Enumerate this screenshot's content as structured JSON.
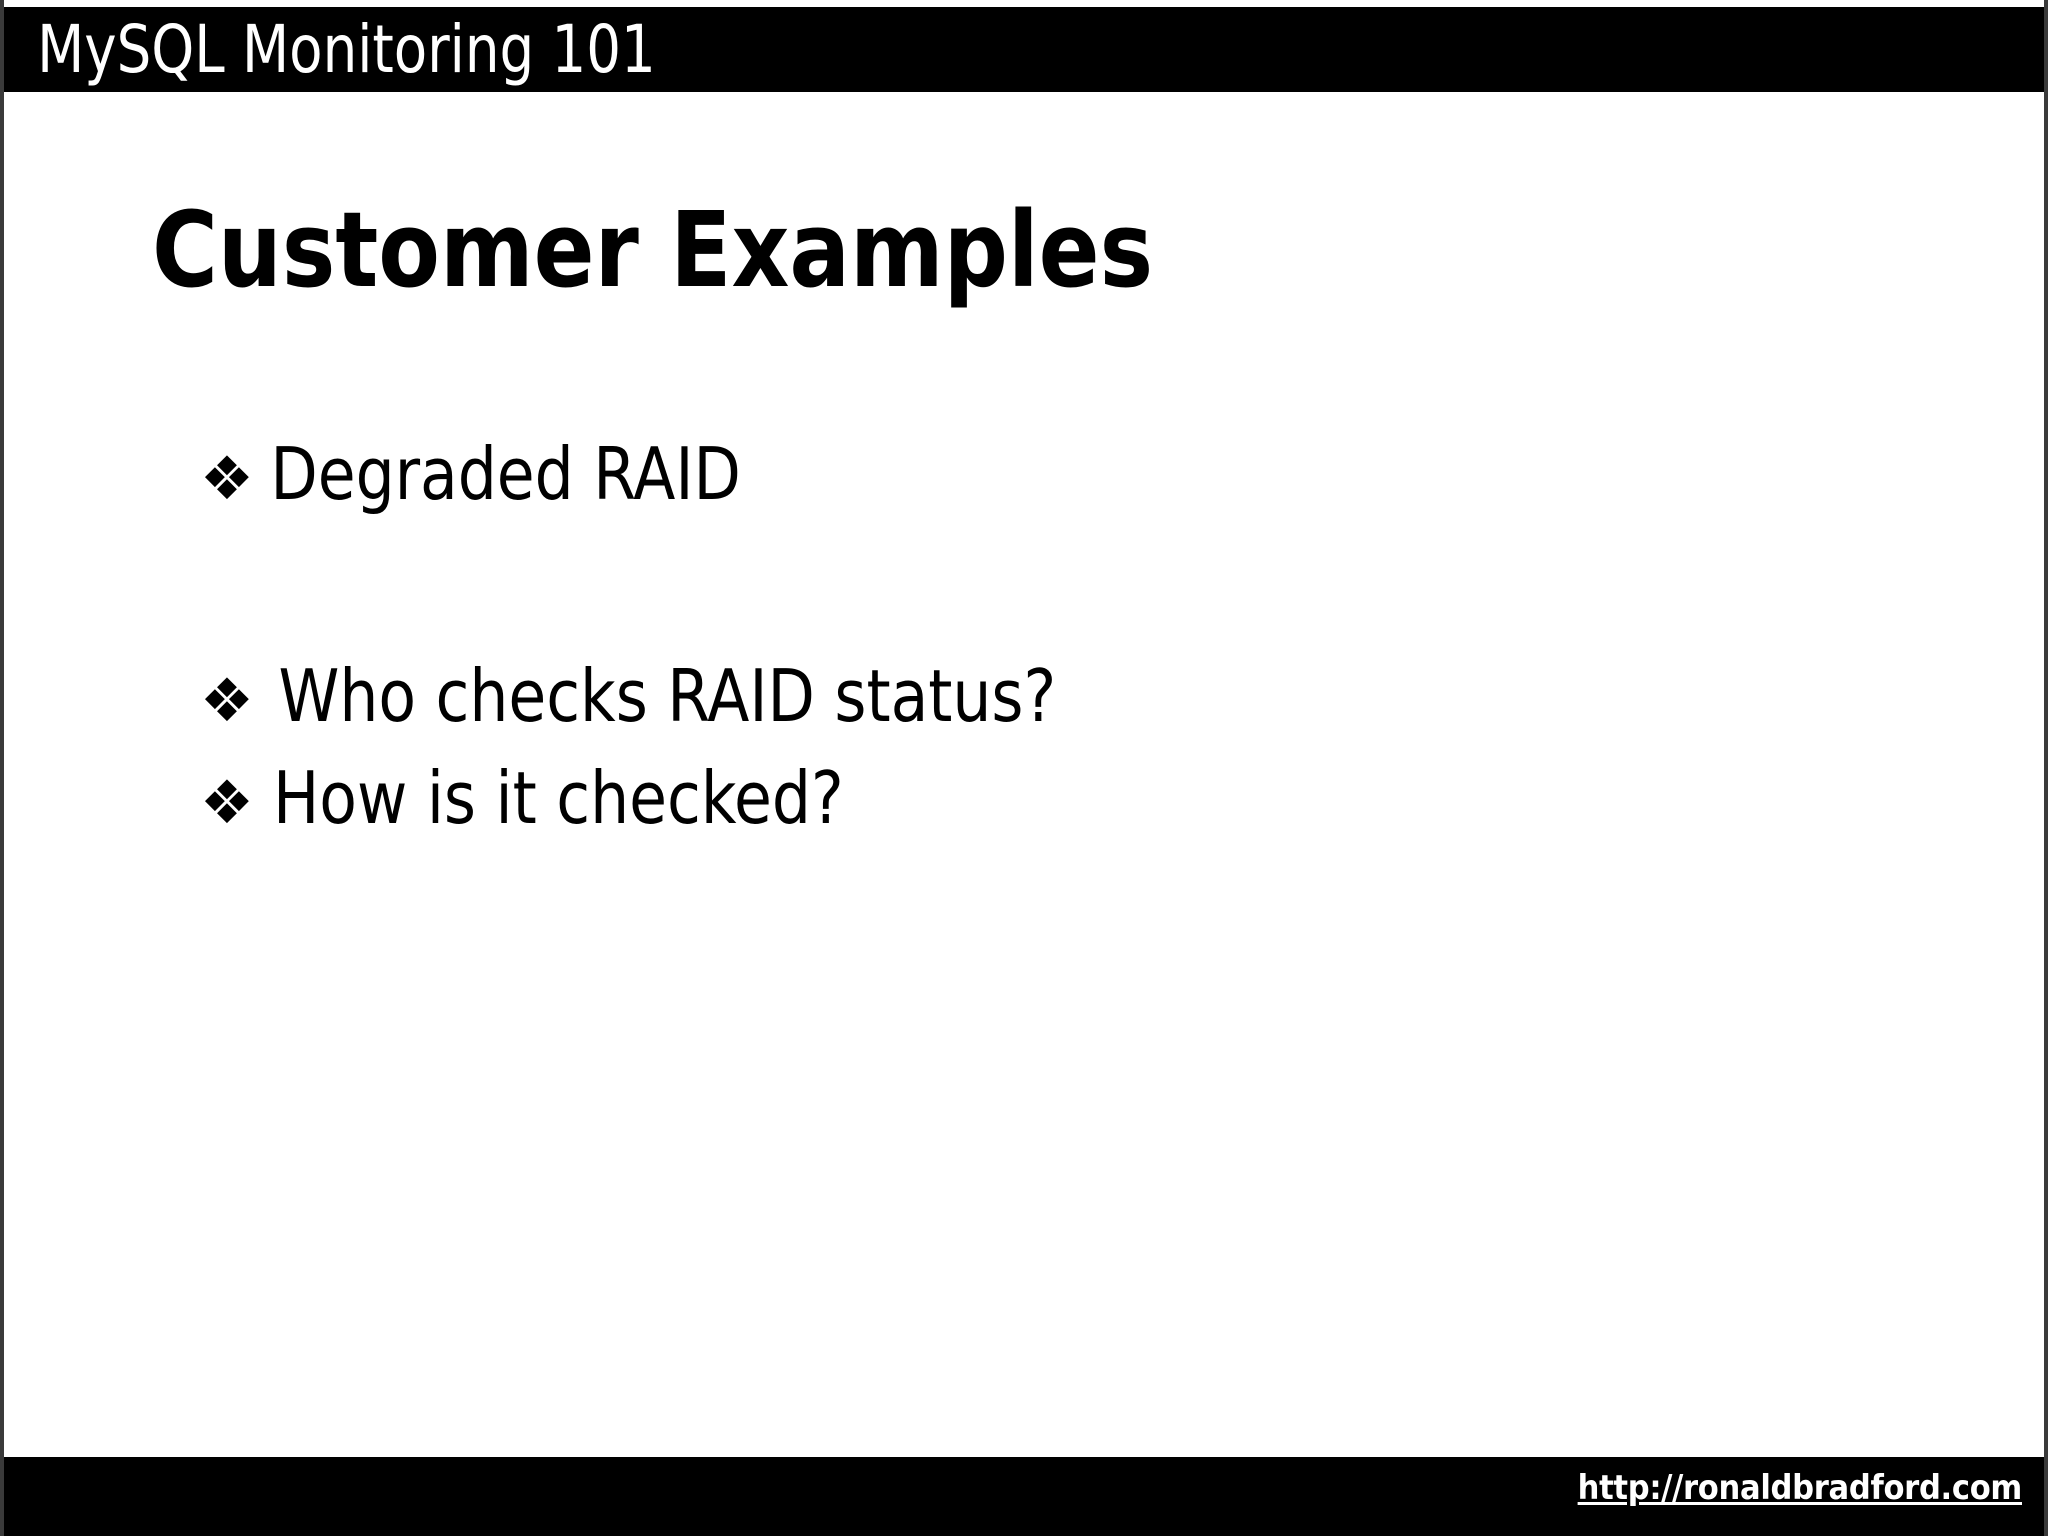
{
  "header": {
    "title": "MySQL Monitoring 101"
  },
  "slide": {
    "title": "Customer Examples",
    "bullet_glyph": "❖",
    "bullets": [
      {
        "text": "Degraded RAID"
      },
      {
        "text": "Who checks RAID status?"
      },
      {
        "text": "How is it checked?"
      }
    ]
  },
  "footer": {
    "link_text": "http://ronaldbradford.com"
  },
  "colors": {
    "bar_background": "#000000",
    "bar_text": "#ffffff",
    "slide_background": "#ffffff",
    "body_text": "#000000",
    "border": "#3a3a3a"
  }
}
